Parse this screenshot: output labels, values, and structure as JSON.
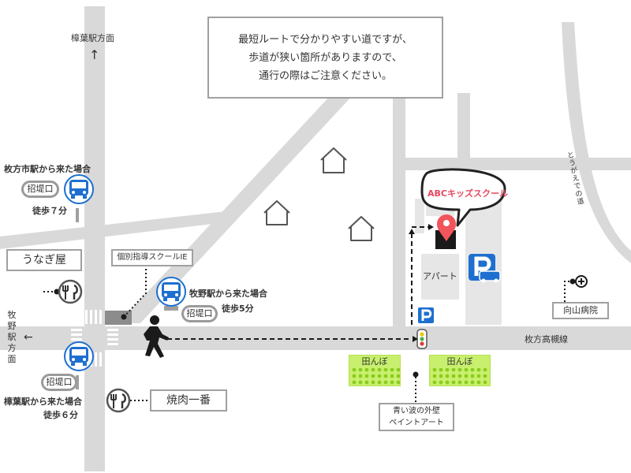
{
  "notice": {
    "line1": "最短ルートで分かりやすい道ですが、",
    "line2": "歩道が狭い箇所がありますので、",
    "line3": "通行の際はご注意ください。"
  },
  "directions": {
    "north": "樟葉駅方面",
    "north_arrow": "↑",
    "west": "牧野駅方面",
    "west_arrow": "←"
  },
  "roads": {
    "main": "枚方高槻線",
    "side": "とうがえでの道"
  },
  "bus_stops": [
    {
      "from": "枚方市駅から来た場合",
      "stop": "招堤口",
      "walk": "徒歩７分"
    },
    {
      "from": "牧野駅から来た場合",
      "stop": "招堤口",
      "walk": "徒歩5分"
    },
    {
      "from": "樟葉駅から来た場合",
      "stop": "招堤口",
      "walk": "徒歩６分"
    }
  ],
  "landmarks": {
    "unagi": "うなぎ屋",
    "school_ie": "個別指導スクールIE",
    "yakiniku": "焼肉一番",
    "apartment": "アパート",
    "hospital": "向山病院",
    "rice_field_left": "田んぼ",
    "rice_field_right": "田んぼ",
    "wall_line1": "青い波の外壁",
    "wall_line2": "ペイントアート"
  },
  "destination": {
    "name": "ABCキッズスクール"
  },
  "colors": {
    "road": "#d9d9d9",
    "blue": "#1e6fd0",
    "pin": "#f2545b",
    "destination_text": "#e8475f",
    "field": "#c8f06e",
    "label_border": "#a0a0a0"
  },
  "icons": {
    "bus": "bus-icon",
    "parking": "parking-icon",
    "house": "house-icon",
    "pin": "map-pin-icon",
    "restaurant": "fork-knife-icon",
    "hospital": "cross-icon",
    "walker": "pedestrian-icon",
    "signal": "traffic-light-icon"
  }
}
